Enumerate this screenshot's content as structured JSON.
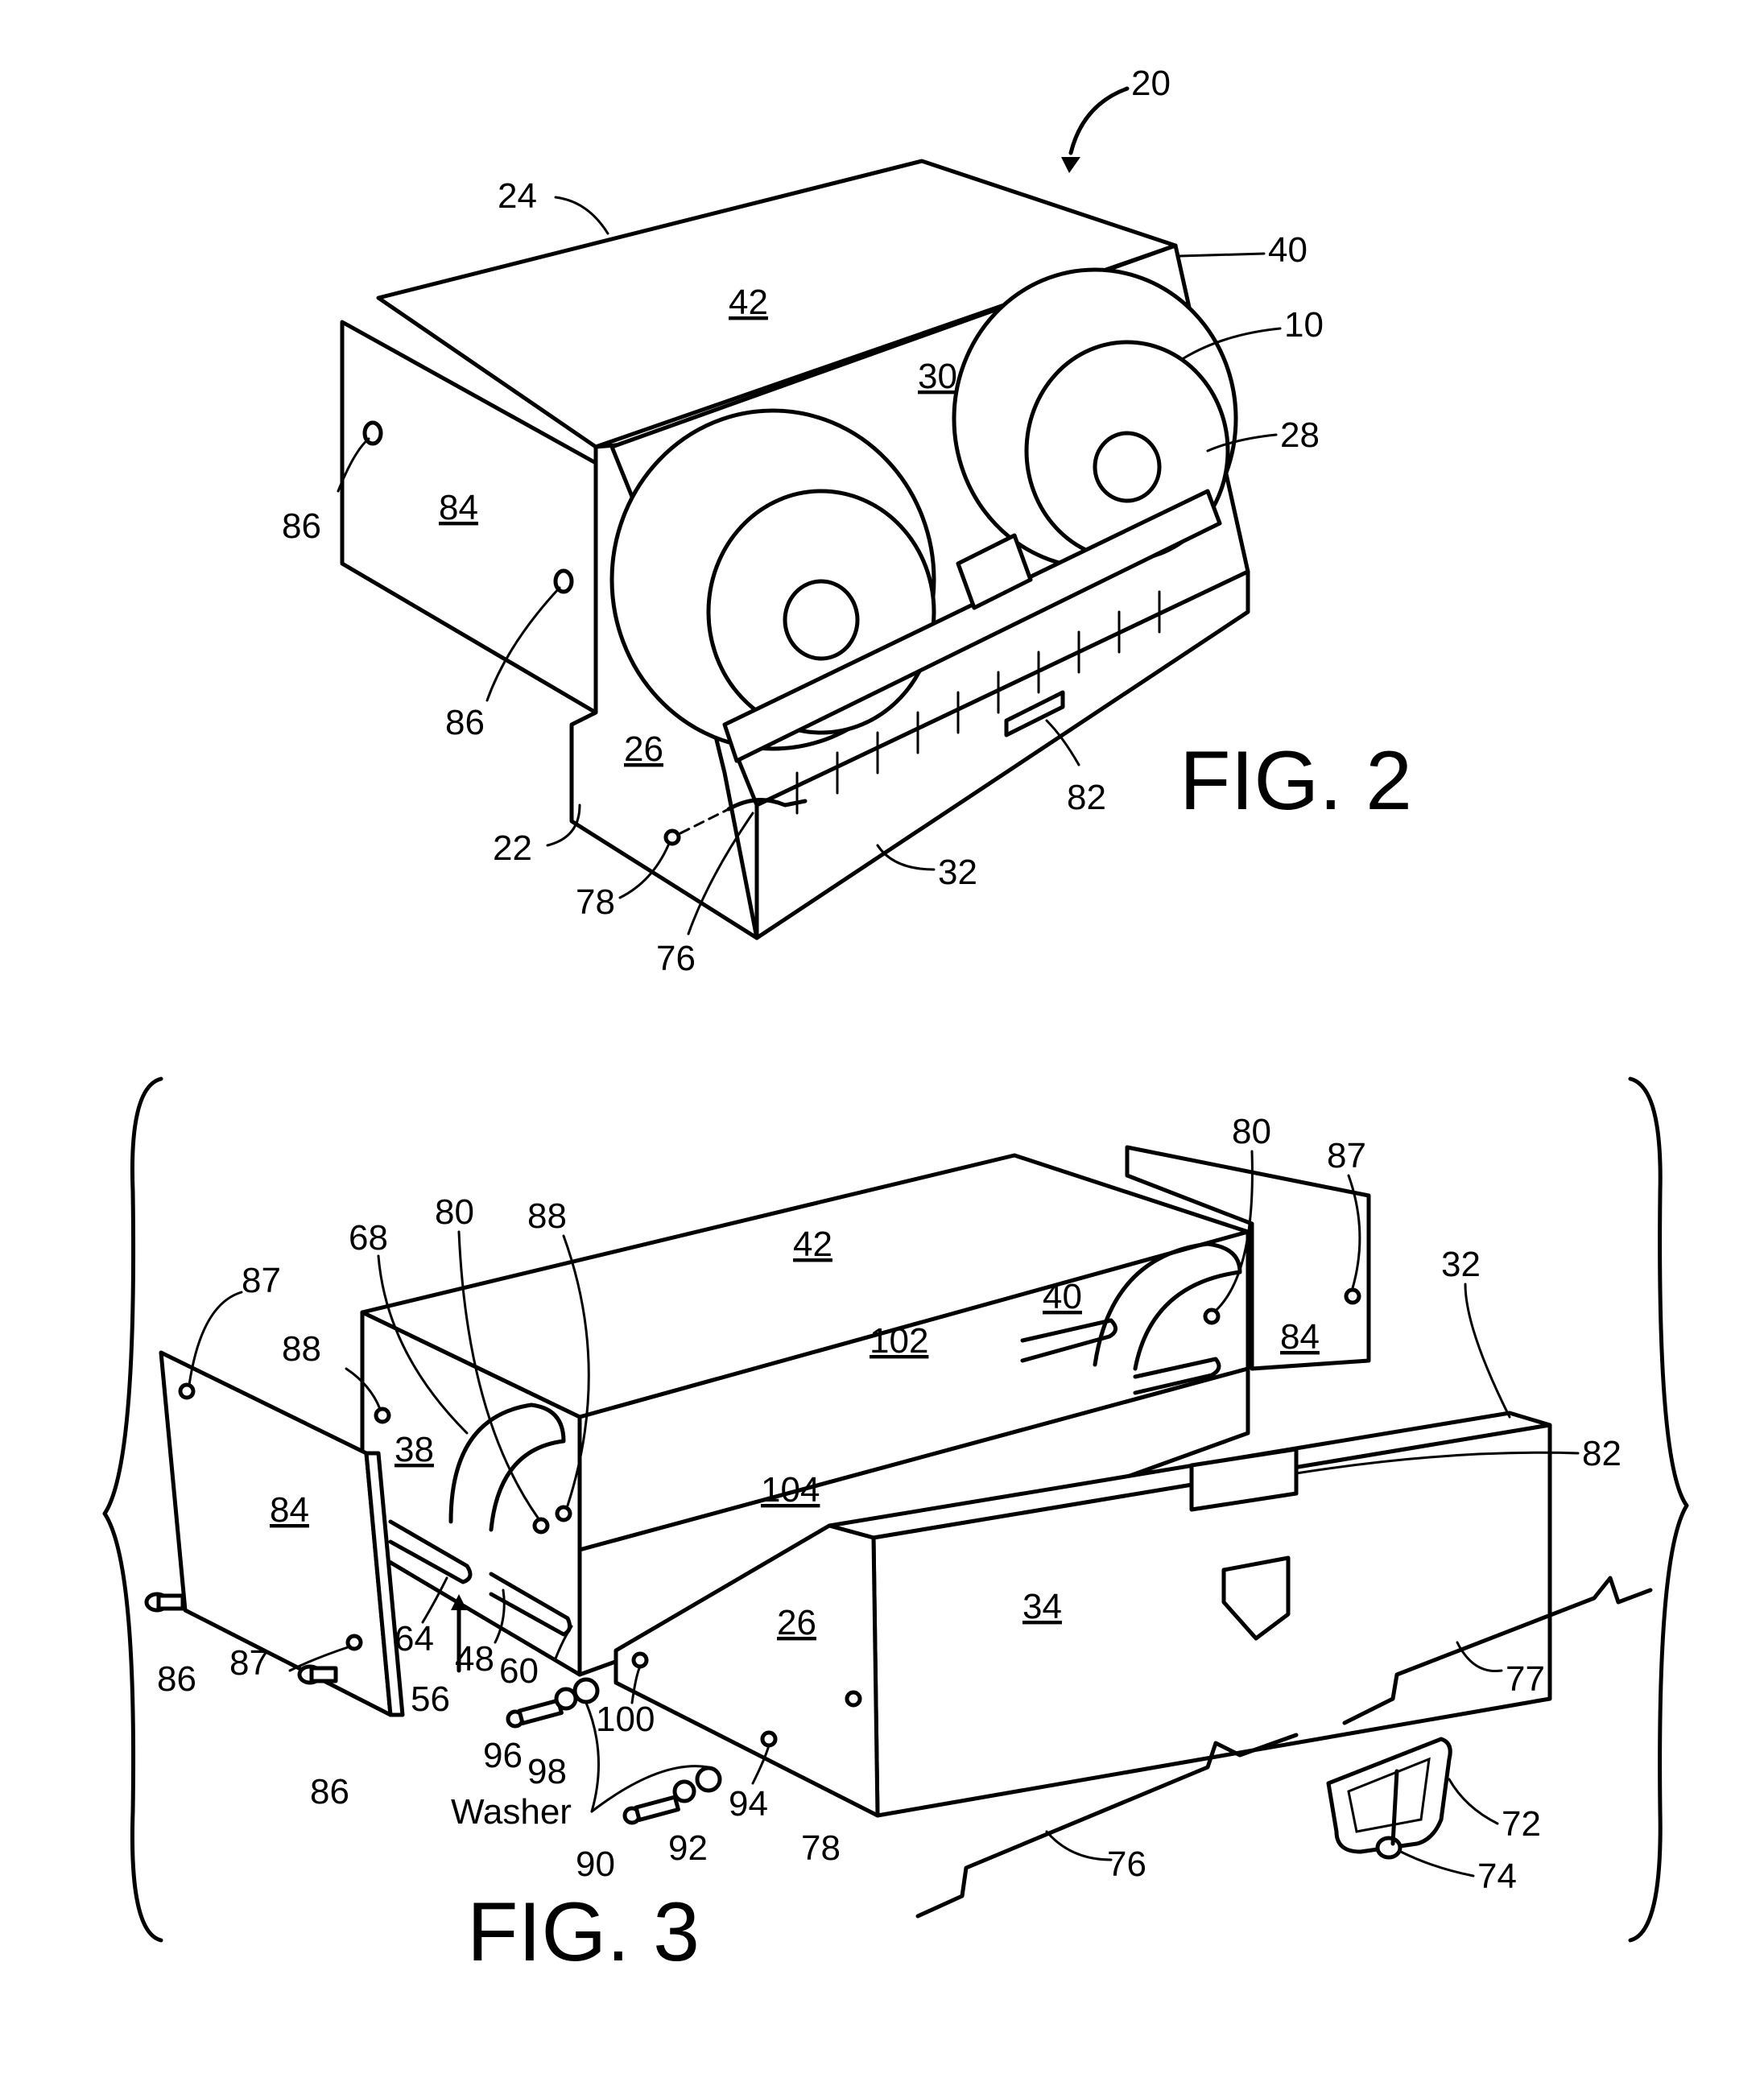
{
  "figures": [
    {
      "caption": "FIG. 2",
      "labels": {
        "assembly": "20",
        "top_edge": "24",
        "top_panel": "42",
        "rear_edge": "40",
        "wheel": "10",
        "inner_panel": "30",
        "side_edge": "28",
        "cover_panel": "84",
        "bolt_upper": "86",
        "bolt_lower": "86",
        "end_panel": "26",
        "slot": "82",
        "bottom_edge": "22",
        "hole": "78",
        "rod": "76",
        "bottom_panel": "32"
      }
    },
    {
      "caption": "FIG. 3",
      "labels": {
        "top_panel": "42",
        "hole_left_top": "87",
        "hole_left_88": "88",
        "arc_68": "68",
        "slot_80_left": "80",
        "hole_88_right": "88",
        "left_wall": "38",
        "cover_left": "84",
        "back_wall": "102",
        "floor": "104",
        "right_wall": "40",
        "slot_80_right": "80",
        "hole_87_right": "87",
        "cover_right": "84",
        "side_32": "32",
        "slot_82": "82",
        "end_26": "26",
        "front_34": "34",
        "bolt_86_a": "86",
        "hole_87_bottom": "87",
        "bolt_86_b": "86",
        "slot_64": "64",
        "arrow_56": "56",
        "slot_48": "48",
        "slot_60": "60",
        "hole_100": "100",
        "bolt_96": "96",
        "nut_98": "98",
        "washer": "Washer",
        "bolt_90": "90",
        "nut_92": "92",
        "hole_94": "94",
        "hole_78": "78",
        "rod_76": "76",
        "rod_77": "77",
        "bracket_72": "72",
        "pin_74": "74"
      }
    }
  ]
}
